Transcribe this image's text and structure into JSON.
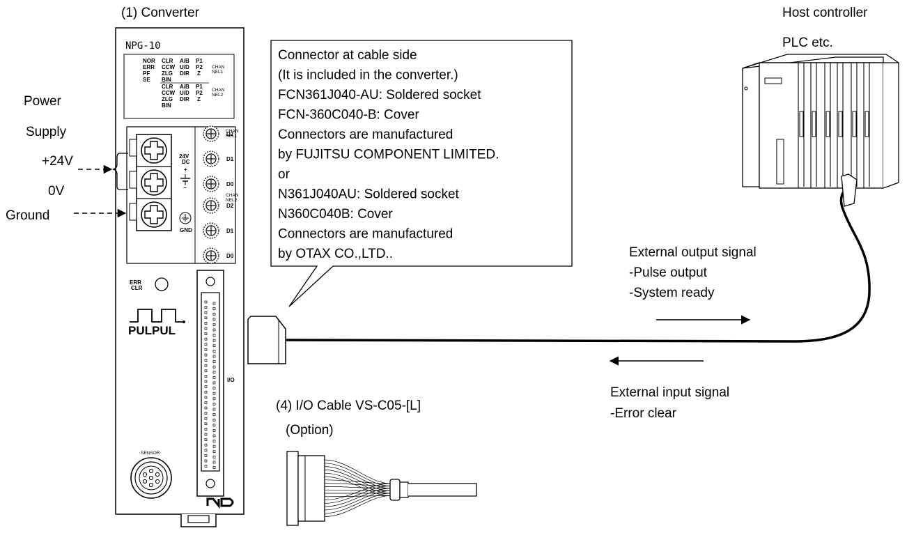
{
  "converter": {
    "caption": "(1) Converter",
    "model": "NPG-10",
    "status_labels": {
      "col1": [
        "NOR",
        "ERR",
        "PF",
        "SE"
      ],
      "ch1_col2": [
        "CLR",
        "CCW",
        "ZLG",
        "BIN"
      ],
      "ch1_col3": [
        "A/B",
        "U/D",
        "DIR"
      ],
      "ch1_col4": [
        "P1",
        "P2",
        "Z"
      ],
      "ch1_label": [
        "CHAN",
        "NEL1"
      ],
      "ch2_col2": [
        "CLR",
        "CCW",
        "ZLG",
        "BIN"
      ],
      "ch2_col3": [
        "A/B",
        "U/D",
        "DIR"
      ],
      "ch2_col4": [
        "P1",
        "P2",
        "Z"
      ],
      "ch2_label": [
        "CHAN",
        "NEL2"
      ]
    },
    "terminal_label": [
      "24V",
      "DC"
    ],
    "plus": "+",
    "minus": "−",
    "gnd": "GND",
    "switch_ch1_label": [
      "CHAN",
      "NEL1"
    ],
    "switch_ch2_label": [
      "CHAN",
      "NEL2"
    ],
    "switch_labels": [
      "D2",
      "D1",
      "D0",
      "D2",
      "D1",
      "D0"
    ],
    "err_clr": [
      "ERR",
      "CLR"
    ],
    "brand": "PULPUL",
    "io_label": "I/O",
    "sensor_label": "SENSOR"
  },
  "power": {
    "title_line1": "Power",
    "title_line2": "Supply",
    "v24": "+24V",
    "v0": "0V",
    "ground": "Ground"
  },
  "callout": {
    "lines": [
      "Connector at cable side",
      "(It is included in the converter.)",
      "FCN361J040-AU: Soldered socket",
      "FCN-360C040-B: Cover",
      "Connectors are manufactured",
      "by FUJITSU COMPONENT LIMITED.",
      "   or",
      "N361J040AU: Soldered socket",
      "N360C040B: Cover",
      "Connectors are manufactured",
      "by OTAX CO.,LTD.."
    ]
  },
  "host": {
    "line1": "Host controller",
    "line2": "PLC etc."
  },
  "output_signal": {
    "lines": [
      "External output signal",
      "-Pulse output",
      "-System ready"
    ]
  },
  "input_signal": {
    "lines": [
      "External input signal",
      "-Error clear"
    ]
  },
  "cable": {
    "caption": "(4) I/O Cable VS-C05-[L]",
    "option": "(Option)"
  }
}
